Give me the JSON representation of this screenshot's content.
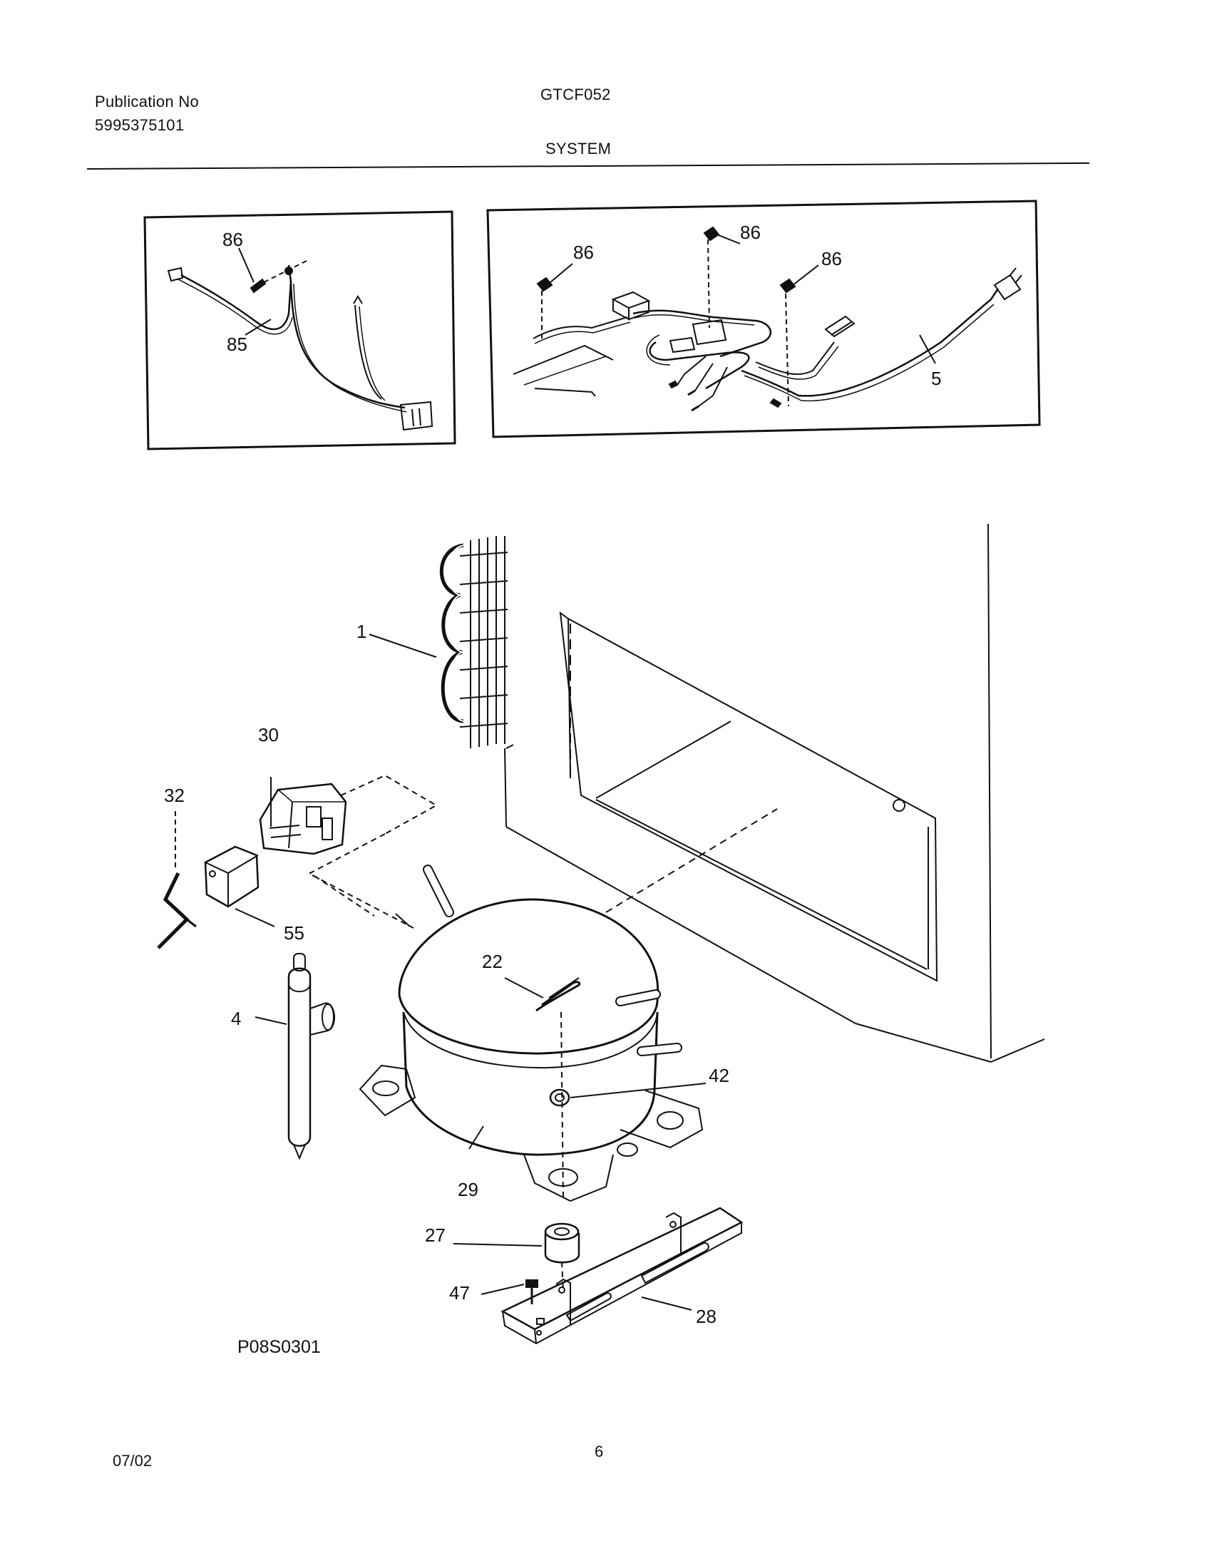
{
  "header": {
    "publication_label": "Publication No",
    "publication_number": "5995375101",
    "model": "GTCF052",
    "section": "SYSTEM"
  },
  "callouts": {
    "p1": "1",
    "p4": "4",
    "p5": "5",
    "p22": "22",
    "p27": "27",
    "p28": "28",
    "p29": "29",
    "p30": "30",
    "p32": "32",
    "p42": "42",
    "p47": "47",
    "p55": "55",
    "p85": "85",
    "p86": "86"
  },
  "drawing_code": "P08S0301",
  "footer": {
    "date": "07/02",
    "page": "6"
  }
}
